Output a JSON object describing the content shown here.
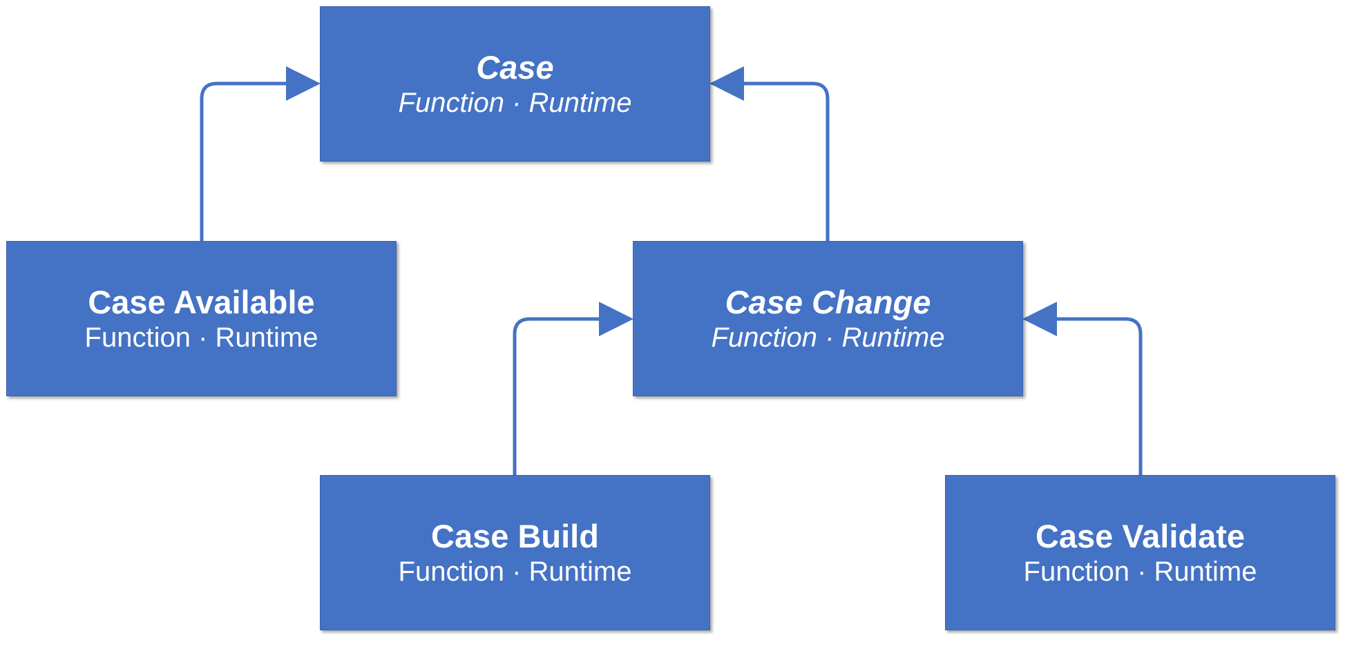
{
  "colors": {
    "box_fill": "#4472c4",
    "arrow": "#4472c4",
    "text": "#ffffff",
    "background": "#ffffff"
  },
  "nodes": {
    "case": {
      "title": "Case",
      "subtitle": "Function · Runtime",
      "style": "italic"
    },
    "case_available": {
      "title": "Case Available",
      "subtitle": "Function · Runtime",
      "style": "regular"
    },
    "case_change": {
      "title": "Case Change",
      "subtitle": "Function · Runtime",
      "style": "italic"
    },
    "case_build": {
      "title": "Case Build",
      "subtitle": "Function · Runtime",
      "style": "regular"
    },
    "case_validate": {
      "title": "Case Validate",
      "subtitle": "Function · Runtime",
      "style": "regular"
    }
  },
  "edges": [
    {
      "from": "case_available",
      "to": "case"
    },
    {
      "from": "case_change",
      "to": "case"
    },
    {
      "from": "case_build",
      "to": "case_change"
    },
    {
      "from": "case_validate",
      "to": "case_change"
    }
  ]
}
